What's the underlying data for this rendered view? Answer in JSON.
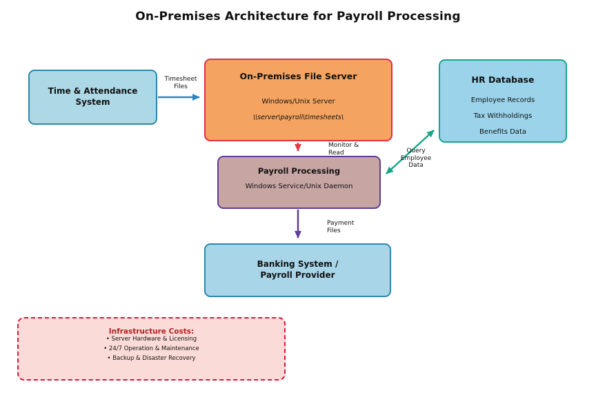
{
  "title": "On-Premises Architecture for Payroll Processing",
  "colors": {
    "box_blue_fill": "#ADD8E6",
    "box_blue_border": "#2E86AB",
    "file_server_fill": "#F4A460",
    "file_server_border": "#DC2F45",
    "hr_fill": "#9BD3EA",
    "hr_border": "#17A589",
    "payroll_fill": "#C7A5A3",
    "payroll_border": "#5E3C99",
    "banking_fill": "#A8D6E8",
    "banking_border": "#2E86AB",
    "costs_fill": "#FADBD8",
    "costs_border": "#DC143C",
    "costs_title": "#B22222",
    "arrow_blue": "#2E86C1",
    "arrow_red": "#E63946",
    "arrow_teal": "#17A589",
    "arrow_purple": "#5E3C99"
  },
  "nodes": {
    "time_attendance": {
      "title": "Time & Attendance\nSystem"
    },
    "file_server": {
      "title": "On-Premises File Server",
      "subtitle": "Windows/Unix Server",
      "path": "\\\\server\\payroll\\timesheets\\"
    },
    "hr_database": {
      "title": "HR Database",
      "lines": [
        "Employee Records",
        "Tax Withholdings",
        "Benefits Data"
      ]
    },
    "payroll": {
      "title": "Payroll Processing",
      "subtitle": "Windows Service/Unix Daemon"
    },
    "banking": {
      "title": "Banking System /\nPayroll Provider"
    },
    "costs": {
      "title": "Infrastructure Costs:",
      "items": [
        "Server Hardware & Licensing",
        "24/7 Operation & Maintenance",
        "Backup & Disaster Recovery"
      ]
    }
  },
  "edges": {
    "timesheet": {
      "label": "Timesheet\nFiles"
    },
    "monitor": {
      "label": "Monitor &\nRead"
    },
    "query": {
      "label": "Query\nEmployee\nData"
    },
    "payment": {
      "label": "Payment\nFiles"
    }
  }
}
